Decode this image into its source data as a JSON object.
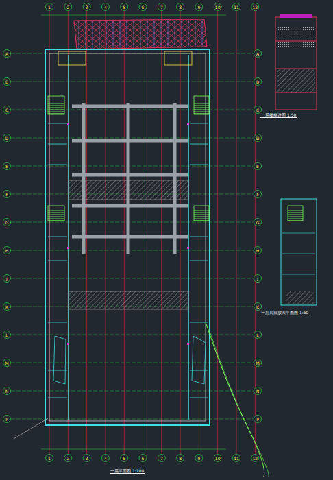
{
  "diagram": {
    "title": "一层平面图 1:100",
    "labels": [
      "1",
      "2",
      "3",
      "4",
      "5",
      "6",
      "7",
      "8",
      "9",
      "10",
      "11",
      "12",
      "1",
      "2",
      "3",
      "4",
      "5",
      "6",
      "7",
      "8",
      "9",
      "10",
      "11",
      "12",
      "A",
      "B",
      "C",
      "D",
      "E",
      "F",
      "G",
      "H",
      "J",
      "K",
      "L",
      "M",
      "N",
      "P",
      "A",
      "B",
      "C",
      "D",
      "E",
      "F",
      "G",
      "H",
      "J",
      "K",
      "L",
      "M",
      "N",
      "P",
      "一层楼梯详图 1:50",
      "一层局部放大平面图 1:50"
    ]
  }
}
